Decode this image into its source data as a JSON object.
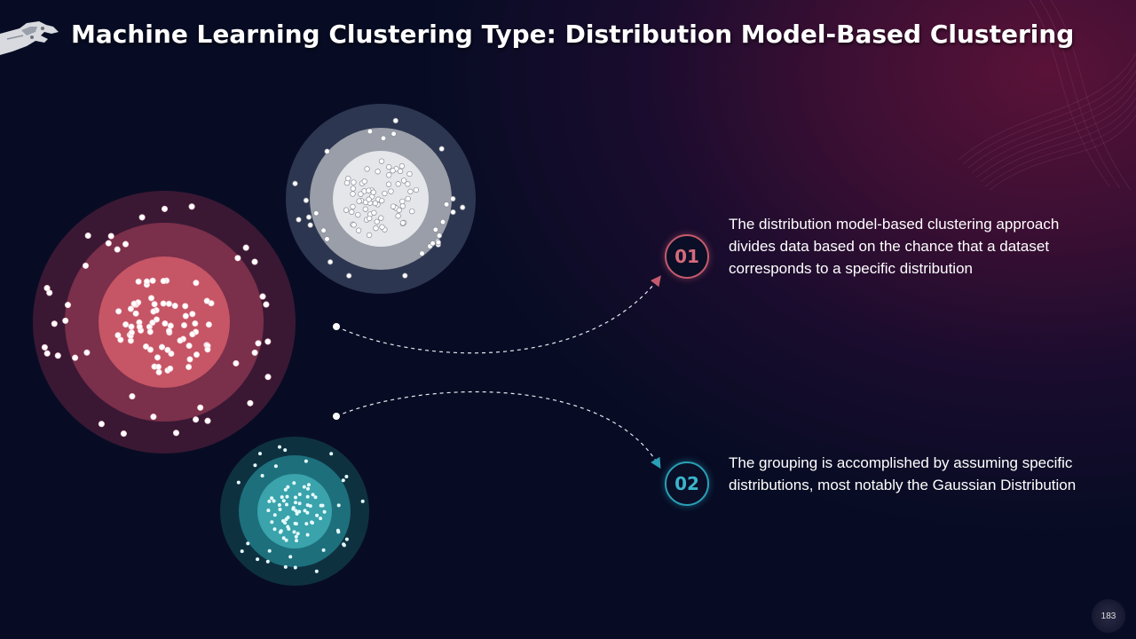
{
  "title": "Machine Learning Clustering Type: Distribution Model-Based Clustering",
  "items": [
    {
      "number": "01",
      "text": "The distribution model-based clustering approach divides data based on the chance that a dataset corresponds to a specific distribution",
      "color": "#c45a6c"
    },
    {
      "number": "02",
      "text": "The grouping is accomplished by assuming specific distributions, most notably the Gaussian Distribution",
      "color": "#2a9fb6"
    }
  ],
  "clusters": [
    {
      "name": "red-cluster",
      "color": "#c65566"
    },
    {
      "name": "white-cluster",
      "color": "#e4e6ea"
    },
    {
      "name": "teal-cluster",
      "color": "#3aa3ac"
    }
  ],
  "page_number": "183",
  "icons": [
    "robot-hand-icon",
    "arrow-icon"
  ]
}
